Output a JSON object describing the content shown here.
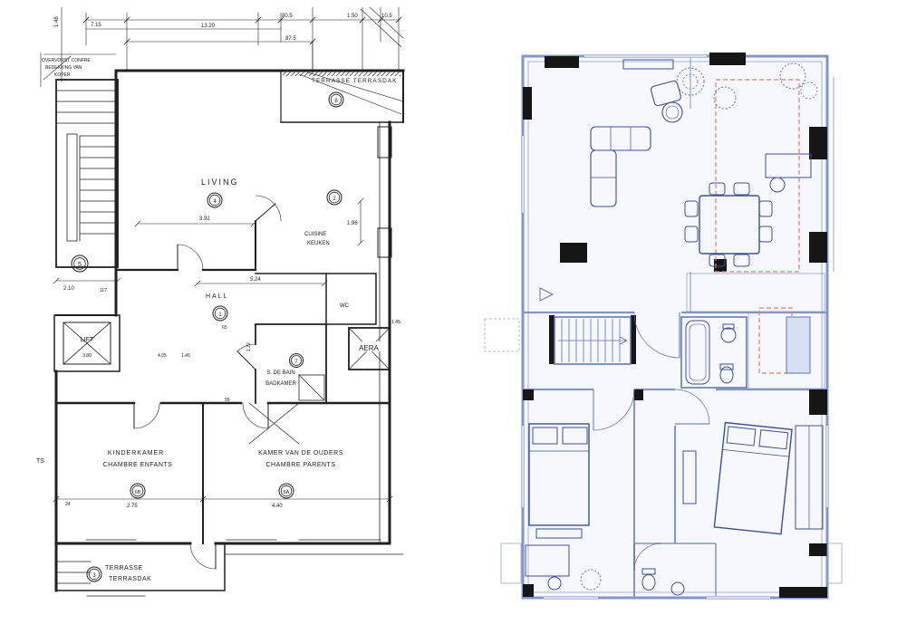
{
  "colors": {
    "ink": "#202020",
    "wall_blue": "#8496c9",
    "line_blue": "#5b6fb3",
    "furn_blue": "#3d4f96",
    "fill_blue": "#f6f8fd",
    "tile_blue": "#c3cee8",
    "red_accent": "#e57f6b",
    "poche_black": "#161616",
    "shaft_fill": "#d7e0f2",
    "window_blue": "#b0bede"
  },
  "left_plan": {
    "notes": {
      "line1": "OVERVORST CONFRE",
      "line2": "BEDEKKING VAN",
      "line3": "KOPER"
    },
    "labels": {
      "living": "LIVING",
      "hall": "HALL",
      "lift": "LIFT",
      "aera": "AERA",
      "wc": "WC",
      "cuisine": "CUISINE",
      "keuken": "KEUKEN",
      "sdebain": "S. DE BAIN",
      "badkamer": "BADKAMER",
      "kinderkamer": "KINDERKAMER",
      "chambre_enfants": "CHAMBRE ENFANTS",
      "kamer_ouders": "KAMER VAN DE OUDERS",
      "chambre_parents": "CHAMBRE PARENTS",
      "terrasse": "TERRASSE",
      "terrasdak": "TERRASDAK",
      "terrasse_top": "TERRASSE TERRASDAK",
      "edge_partial": "TS"
    },
    "numbers": {
      "hall": "1",
      "kitchen": "2",
      "terrace_bottom": "3",
      "living": "4",
      "stairs": "5",
      "parents": "6A",
      "kids": "6B",
      "bath": "7",
      "terrace_top": "8"
    },
    "dims": {
      "top1": "1.48",
      "top2": "7.15",
      "top3": "13.20",
      "top4": "80.5",
      "top5": "1.50",
      "top6": "10.5",
      "top7": "87.5",
      "stairs_w": "2.10",
      "stairs_s": "117",
      "living_w": "3.92",
      "kitchen_w": "1.96",
      "hall_w": "5.24",
      "hall_a": "65",
      "hall_b": "1.22",
      "hall_c": "4.05",
      "hall_d": "1.46",
      "hall_e": "55",
      "lift_d": "3.80",
      "aera_d": "1.45",
      "kids_w": "2.75",
      "parents_w": "4.40",
      "edge": "24"
    }
  }
}
